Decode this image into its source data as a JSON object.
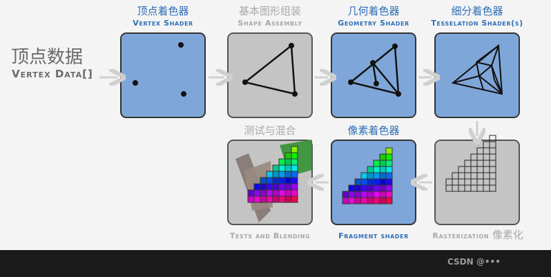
{
  "input": {
    "zh": "顶点数据",
    "en": "Vertex Data[]"
  },
  "stages": [
    {
      "zh": "顶点着色器",
      "en": "Vertex Shader"
    },
    {
      "zh": "基本图形组装",
      "en": "Shape Assembly"
    },
    {
      "zh": "几何着色器",
      "en": "Geometry Shader"
    },
    {
      "zh": "细分着色器",
      "en": "Tesselation Shader(s)"
    },
    {
      "en": "Rasterization",
      "zh": "像素化"
    },
    {
      "zh": "像素着色器",
      "en": "Fragment shader"
    },
    {
      "zh": "测试与混合",
      "en": "Tests and Blending"
    }
  ],
  "footer": "CSDN @•••",
  "colors": {
    "programmable": "#7fa6d8",
    "fixed": "#c4c4c4",
    "label_programmable": "#2e6fb8",
    "label_fixed": "#a8a8a8"
  }
}
